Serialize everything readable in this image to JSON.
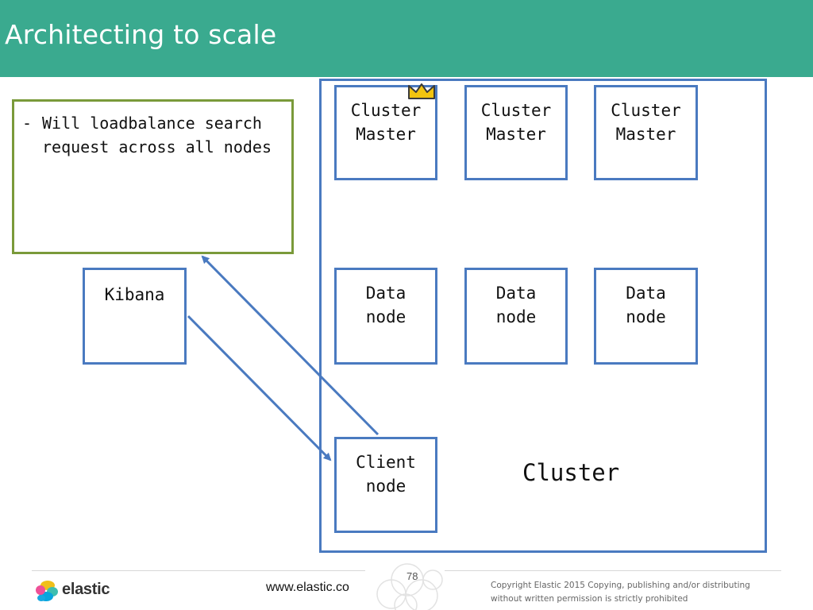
{
  "slide": {
    "title": "Architecting to scale"
  },
  "note": {
    "bullet": "-",
    "text": "Will loadbalance search request across all nodes"
  },
  "kibana": {
    "label": "Kibana"
  },
  "cluster": {
    "label": "Cluster",
    "masters": [
      {
        "line1": "Cluster",
        "line2": "Master",
        "elected": true
      },
      {
        "line1": "Cluster",
        "line2": "Master",
        "elected": false
      },
      {
        "line1": "Cluster",
        "line2": "Master",
        "elected": false
      }
    ],
    "data_nodes": [
      {
        "line1": "Data",
        "line2": "node"
      },
      {
        "line1": "Data",
        "line2": "node"
      },
      {
        "line1": "Data",
        "line2": "node"
      }
    ],
    "client_node": {
      "line1": "Client",
      "line2": "node"
    }
  },
  "footer": {
    "logo_text": "elastic",
    "url": "www.elastic.co",
    "page_number": "78",
    "copyright": "Copyright Elastic 2015 Copying, publishing and/or distributing without written permission is strictly prohibited"
  },
  "colors": {
    "header": "#3aaa8f",
    "node_border": "#4a7ac0",
    "note_border": "#7a9a3a",
    "crown": "#f2c40f"
  }
}
